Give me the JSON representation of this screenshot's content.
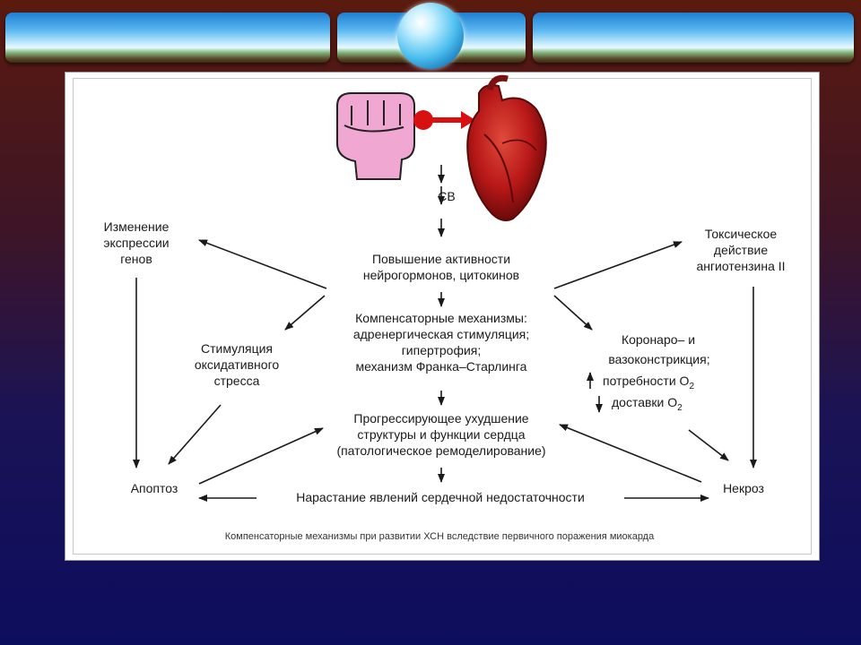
{
  "nodes": {
    "sv": "СВ",
    "raise_activity": "Повышение активности\nнейрогормонов, цитокинов",
    "compensatory": "Компенсаторные механизмы:\nадренергическая стимуляция;\nгипертрофия;\nмеханизм Франка–Старлинга",
    "progressive": "Прогрессирующее ухудшение\nструктуры и функции сердца\n(патологическое ремоделирование)",
    "growing_hf": "Нарастание явлений сердечной недостаточности",
    "gene_expression": "Изменение\nэкспрессии\nгенов",
    "oxidative": "Стимуляция\nоксидативного\nстресса",
    "apoptosis": "Апоптоз",
    "toxic": "Токсическое\nдействие\nангиотензина II",
    "coronary_1": "Коронаро– и",
    "coronary_2": "вазоконстрикция;",
    "coronary_3": "потребности O",
    "coronary_4": "доставки O",
    "o2_sub": "2",
    "necrosis": "Некроз"
  },
  "caption": "Компенсаторные механизмы при развитии ХСН вследствие первичного поражения миокарда",
  "icons": [
    "fist-icon",
    "heart-icon",
    "globe-icon"
  ],
  "colors": {
    "fist": "#f0a8d2",
    "arrow_red": "#d81010",
    "heart": "#b81818",
    "panel": "#ffffff"
  }
}
